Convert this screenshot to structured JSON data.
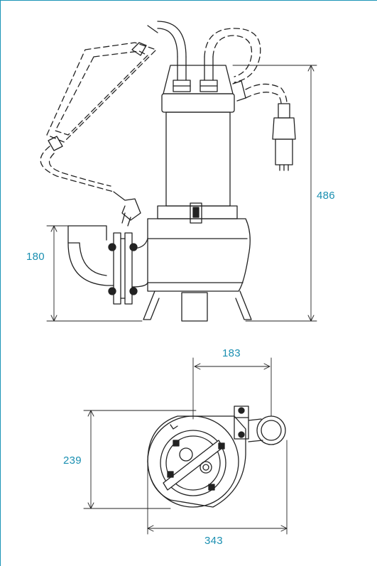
{
  "colors": {
    "frame": "#1a95b6",
    "dimension_text": "#1a8fb1",
    "drawing": "#222222"
  },
  "dimensions": {
    "total_height": "486",
    "outlet_height": "180",
    "outlet_offset": "183",
    "top_depth": "239",
    "top_width": "343"
  }
}
